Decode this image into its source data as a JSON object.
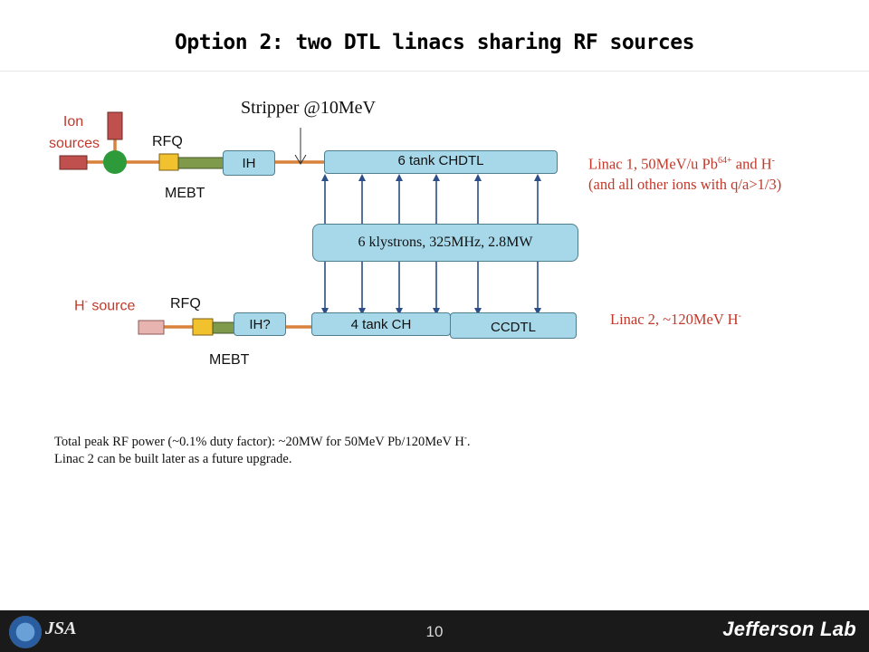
{
  "title": "Option 2: two DTL linacs sharing RF sources",
  "labels": {
    "ion_sources_line1": "Ion",
    "ion_sources_line2": "sources",
    "rfq_top": "RFQ",
    "mebt_top": "MEBT",
    "stripper": "Stripper @10MeV",
    "h_source_prefix": "H",
    "h_source_sup": "-",
    "h_source_suffix": " source",
    "rfq_bottom": "RFQ",
    "mebt_bottom": "MEBT"
  },
  "boxes": {
    "ih_top": "IH",
    "chdtl": "6 tank CHDTL",
    "klystrons": "6 klystrons, 325MHz, 2.8MW",
    "ih_bottom": "IH?",
    "ch4": "4 tank CH",
    "ccdtl": "CCDTL"
  },
  "linac1": {
    "line1_prefix": "Linac 1, 50MeV/u Pb",
    "line1_sup": "64+",
    "line1_mid": " and H",
    "line1_sup2": "-",
    "line2": "(and all other ions with q/a>1/3)"
  },
  "linac2": {
    "prefix": "Linac 2, ~120MeV H",
    "sup": "-"
  },
  "notes": {
    "line1_prefix": "Total peak RF power (~0.1% duty factor): ~20MW for 50MeV Pb/120MeV H",
    "line1_sup": "-",
    "line1_suffix": ".",
    "line2": "Linac 2 can be built later as a future upgrade."
  },
  "footer": {
    "page_number": "10",
    "jsa_logo": "JSA",
    "lab_logo": "Jefferson Lab"
  },
  "colors": {
    "beamline": "#d9823b",
    "box_fill": "#a6d8e9",
    "rfq_fill": "#f2c12e",
    "mebt_fill": "#7f9a4b",
    "source_fill": "#c0504d",
    "h_source_fill": "#e8b4b0",
    "merger": "#2e9b3a",
    "arrow": "#2b4f86",
    "red_text": "#c0392b"
  }
}
